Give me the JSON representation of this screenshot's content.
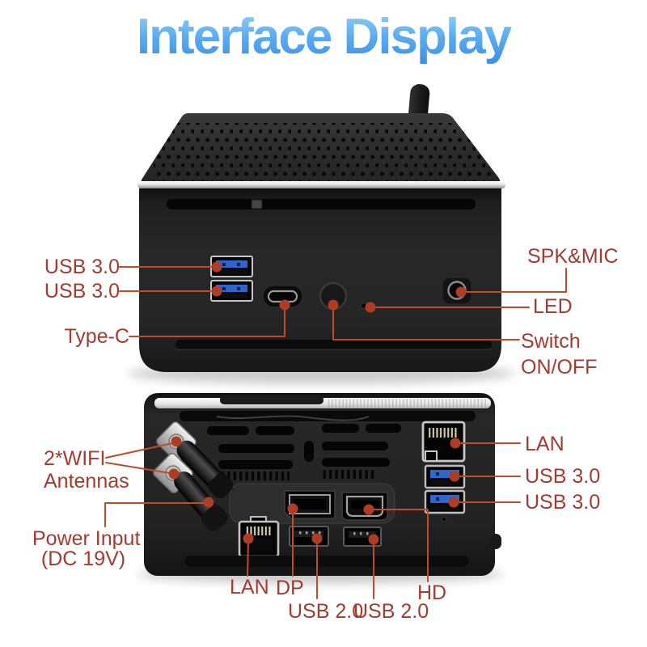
{
  "title": "Interface Display",
  "colors": {
    "label": "#a23b30",
    "leader": "#b84d30",
    "dot": "#ae3c26",
    "title_top": "#8ecdf6",
    "title_mid": "#5aabef",
    "title_bottom": "#3f93e6",
    "usb3_blue": "#2f66cc"
  },
  "front": {
    "labels": {
      "usb3_top": "USB 3.0",
      "usb3_bottom": "USB 3.0",
      "type_c": "Type-C",
      "spk_mic": "SPK&MIC",
      "led": "LED",
      "switch_line1": "Switch",
      "switch_line2": "ON/OFF"
    }
  },
  "back": {
    "labels": {
      "wifi_line1": "2*WIFI",
      "wifi_line2": "Antennas",
      "power_line1": "Power Input",
      "power_line2": "(DC 19V)",
      "lan_right": "LAN",
      "usb3_right_top": "USB 3.0",
      "usb3_right_bottom": "USB 3.0",
      "lan_bottom": "LAN",
      "dp": "DP",
      "usb2_left": "USB 2.0",
      "usb2_right": "USB 2.0",
      "hd": "HD"
    }
  }
}
